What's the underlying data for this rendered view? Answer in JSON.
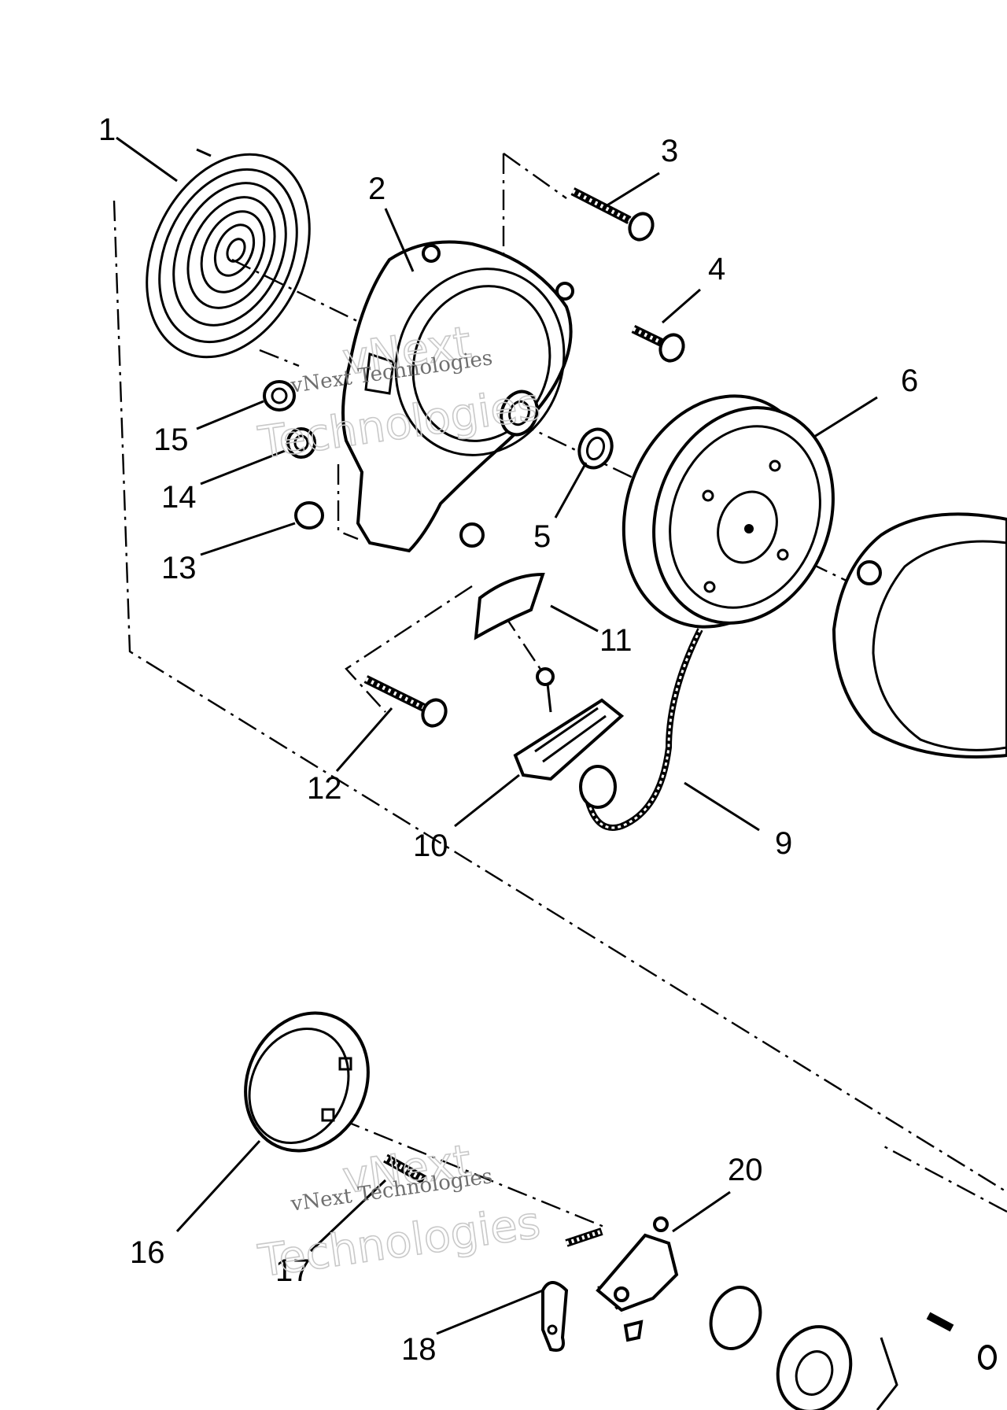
{
  "diagram": {
    "callouts": [
      "1",
      "2",
      "3",
      "4",
      "5",
      "6",
      "9",
      "10",
      "11",
      "12",
      "13",
      "14",
      "15",
      "16",
      "17",
      "18",
      "20"
    ],
    "watermark": {
      "line1": "vNext Technologies",
      "line2": "vNext",
      "line3": "Technologies"
    }
  }
}
